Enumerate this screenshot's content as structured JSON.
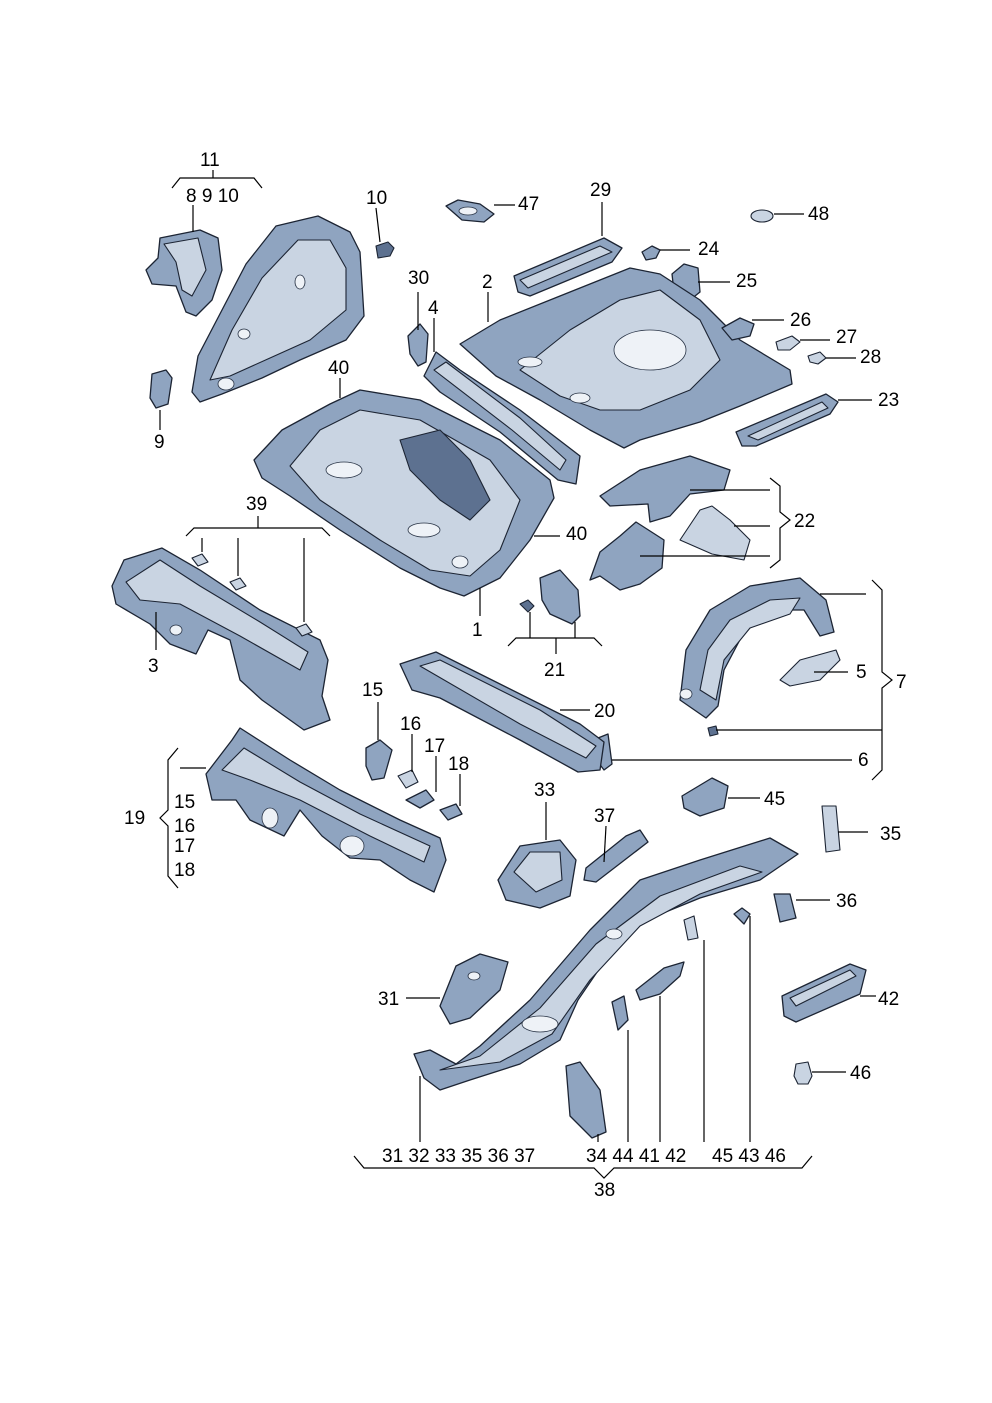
{
  "callouts": {
    "c11": "11",
    "c8910": "8 9 10",
    "c10": "10",
    "c9": "9",
    "c47": "47",
    "c29": "29",
    "c48": "48",
    "c24": "24",
    "c25": "25",
    "c30": "30",
    "c4": "4",
    "c2": "2",
    "c26": "26",
    "c27": "27",
    "c28": "28",
    "c40a": "40",
    "c23": "23",
    "c39": "39",
    "c22": "22",
    "c40b": "40",
    "c3": "3",
    "c21": "21",
    "c1": "1",
    "c7": "7",
    "c5": "5",
    "c15": "15",
    "c16": "16",
    "c17": "17",
    "c18": "18",
    "c20": "20",
    "c6": "6",
    "c19": "19",
    "c19list": [
      "15",
      "16",
      "17",
      "18"
    ],
    "c33": "33",
    "c37": "37",
    "c45": "45",
    "c35": "35",
    "c36": "36",
    "c31": "31",
    "c42": "42",
    "c46": "46",
    "bottom_row": "31 32 33 35 36 37",
    "bottom_row2": "34 44 41 42",
    "bottom_row3": "45 43 46",
    "c38": "38"
  }
}
